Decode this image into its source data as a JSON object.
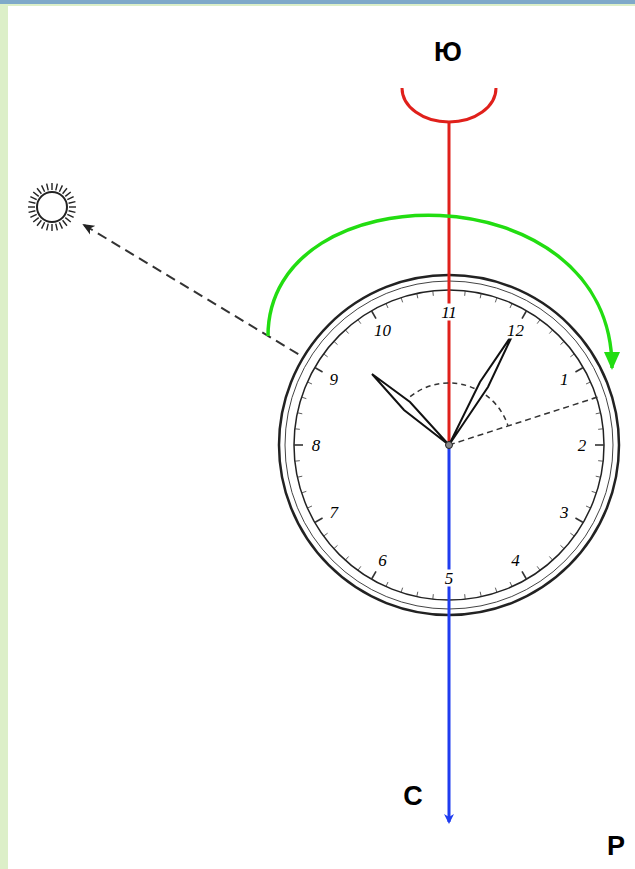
{
  "diagram": {
    "labels": [
      "Ю",
      "10",
      "11",
      "12",
      "1",
      "2",
      "3",
      "4",
      "5",
      "6",
      "7",
      "8",
      "9",
      "С",
      "Р"
    ]
  }
}
